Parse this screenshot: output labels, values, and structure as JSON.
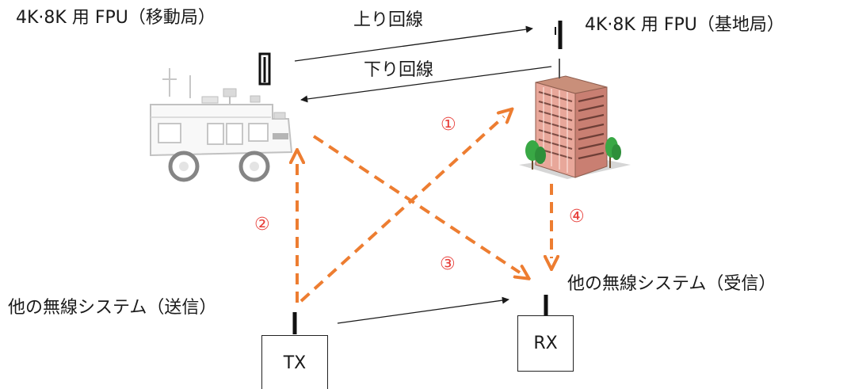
{
  "labels": {
    "mobile_station": "4K·8K 用 FPU（移動局）",
    "base_station": "4K·8K 用 FPU（基地局）",
    "uplink": "上り回線",
    "downlink": "下り回線",
    "other_tx": "他の無線システム（送信）",
    "other_rx": "他の無線システム（受信）"
  },
  "boxes": {
    "tx": "TX",
    "rx": "RX"
  },
  "interference_paths": [
    "①",
    "②",
    "③",
    "④"
  ],
  "icons": [
    "broadcast-van-icon",
    "office-building-icon",
    "antenna-icon"
  ],
  "colors": {
    "interference": "#ED7D31",
    "path_number": "#E8413C",
    "link_line": "#1a1a1a"
  }
}
